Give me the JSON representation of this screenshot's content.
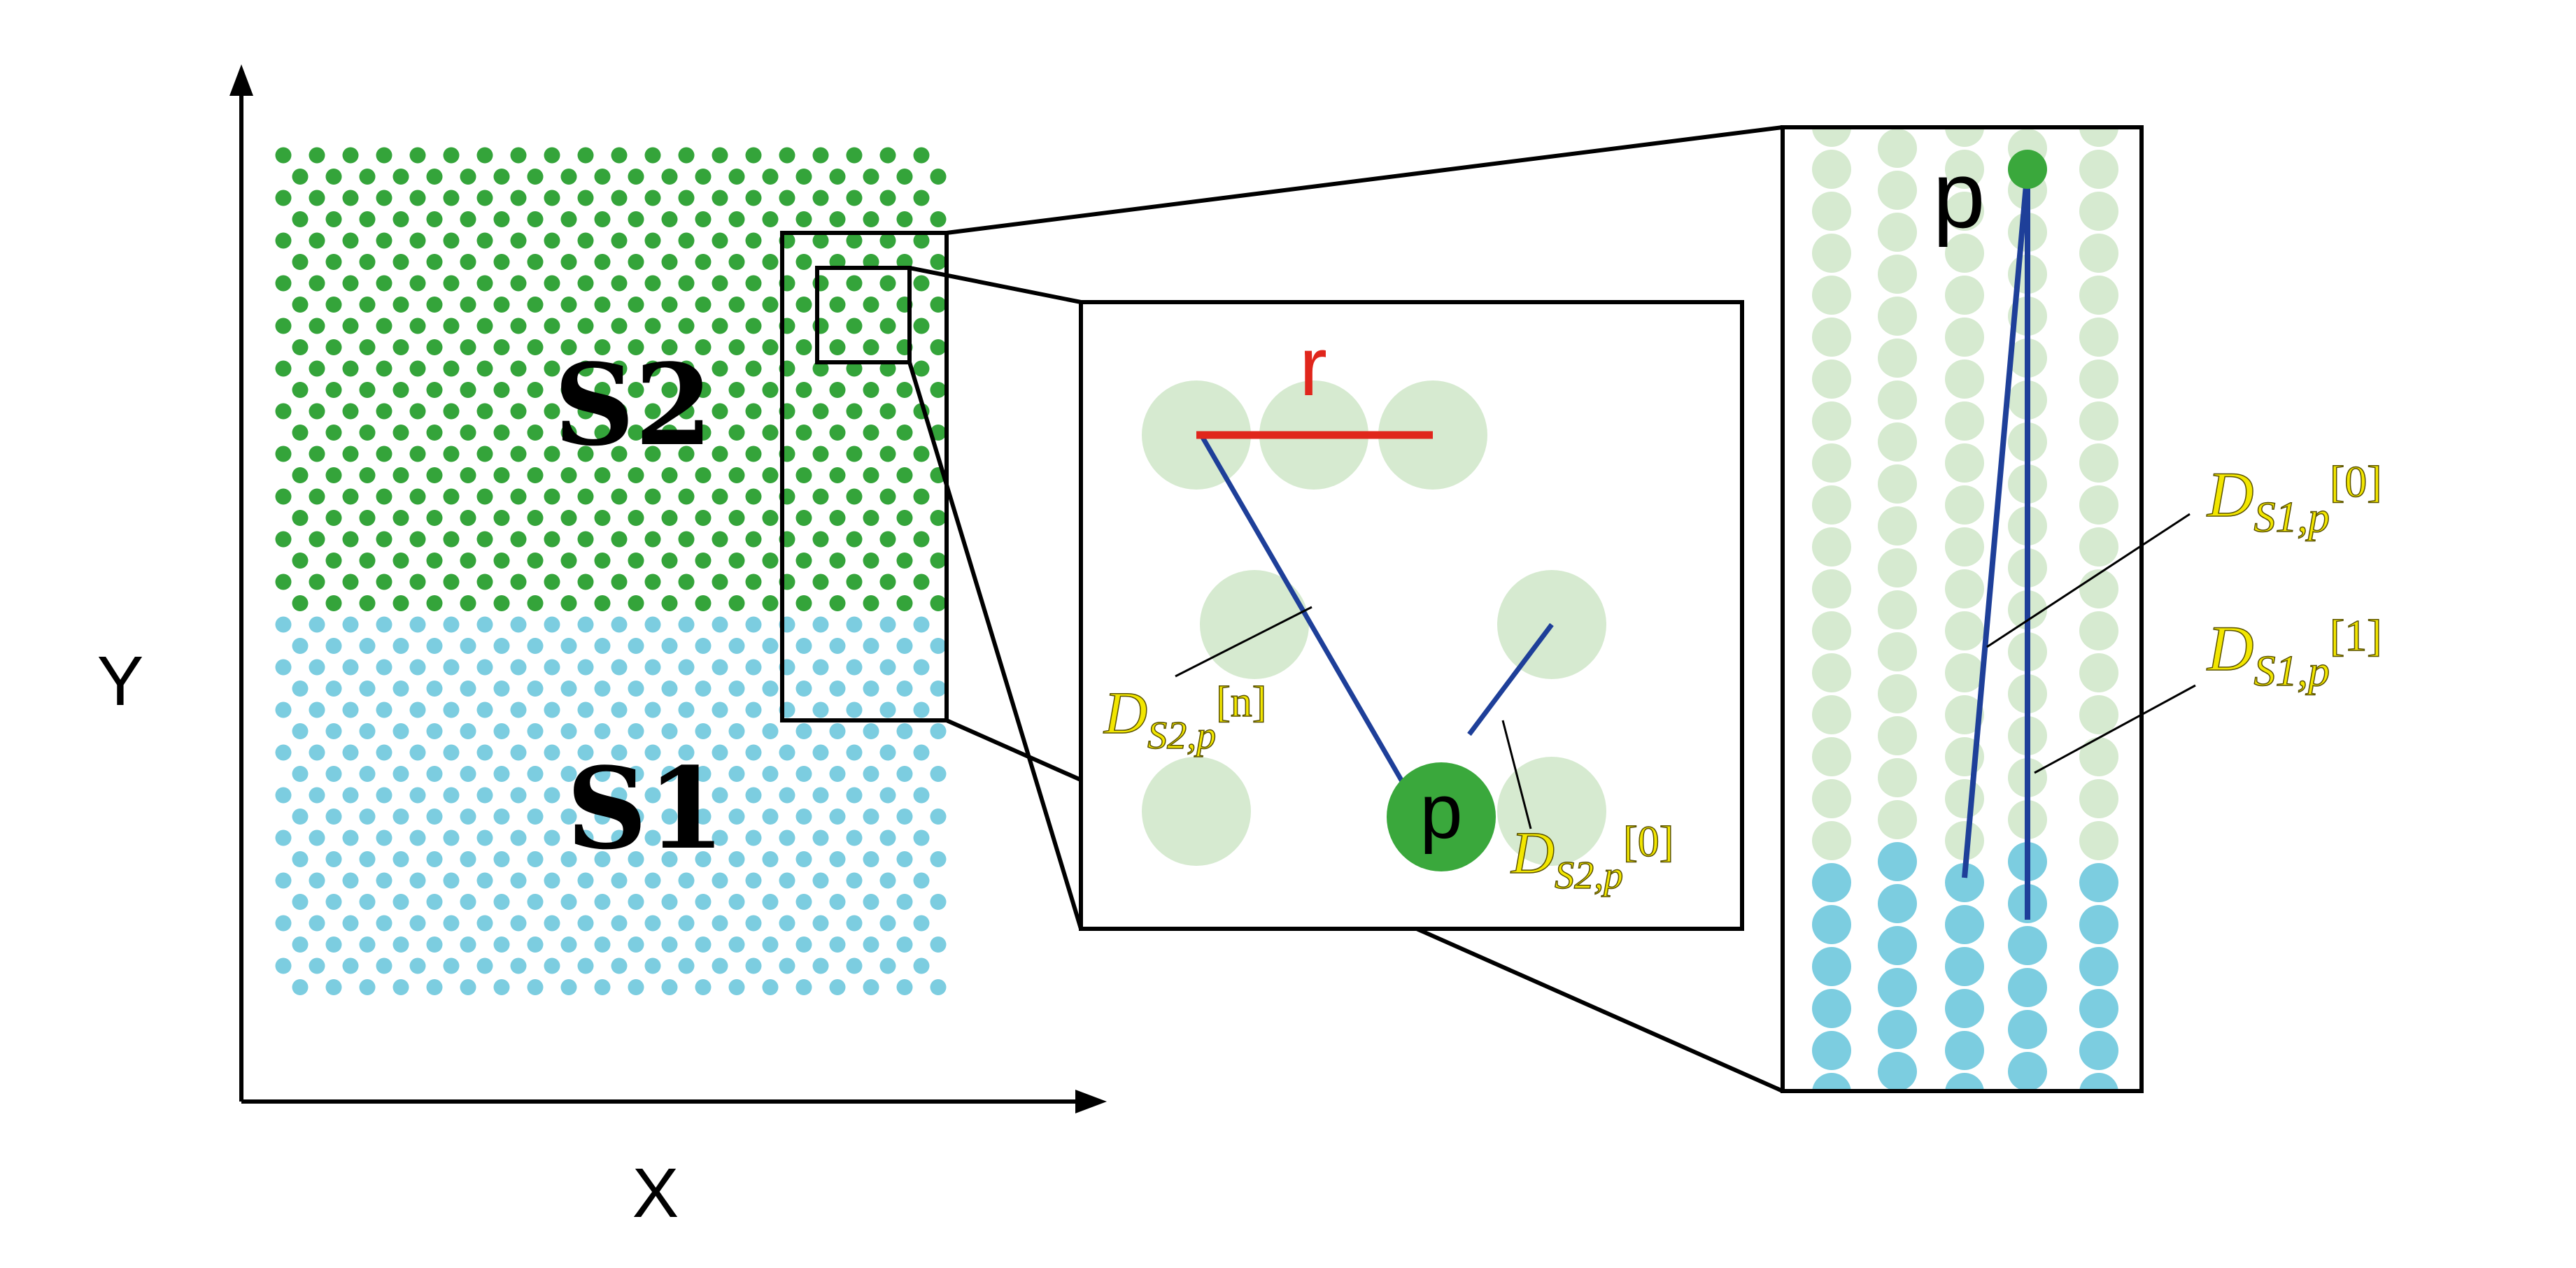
{
  "axes": {
    "x_label": "X",
    "y_label": "Y"
  },
  "regions": {
    "upper_label": "S2",
    "lower_label": "S1"
  },
  "zoom_middle": {
    "radius_label": "r",
    "point_label": "p",
    "label_n": {
      "base": "D",
      "sub": "S2,p",
      "index": "[n]"
    },
    "label_0": {
      "base": "D",
      "sub": "S2,p",
      "index": "[0]"
    }
  },
  "zoom_right": {
    "point_label": "p",
    "label_0": {
      "base": "D",
      "sub": "S1,p",
      "index": "[0]"
    },
    "label_1": {
      "base": "D",
      "sub": "S1,p",
      "index": "[1]"
    }
  },
  "colors": {
    "s2_dot": "#34a43a",
    "s1_dot": "#7ccde0",
    "s2_dot_light": "#d6ead0",
    "s1_dot_zoom": "#7ccde0",
    "p_dot": "#3aa83c",
    "radius_line": "#e0261c",
    "distance_line": "#1e3f99",
    "d_label_fill": "#f2e600",
    "d_label_stroke": "#5a5200"
  }
}
